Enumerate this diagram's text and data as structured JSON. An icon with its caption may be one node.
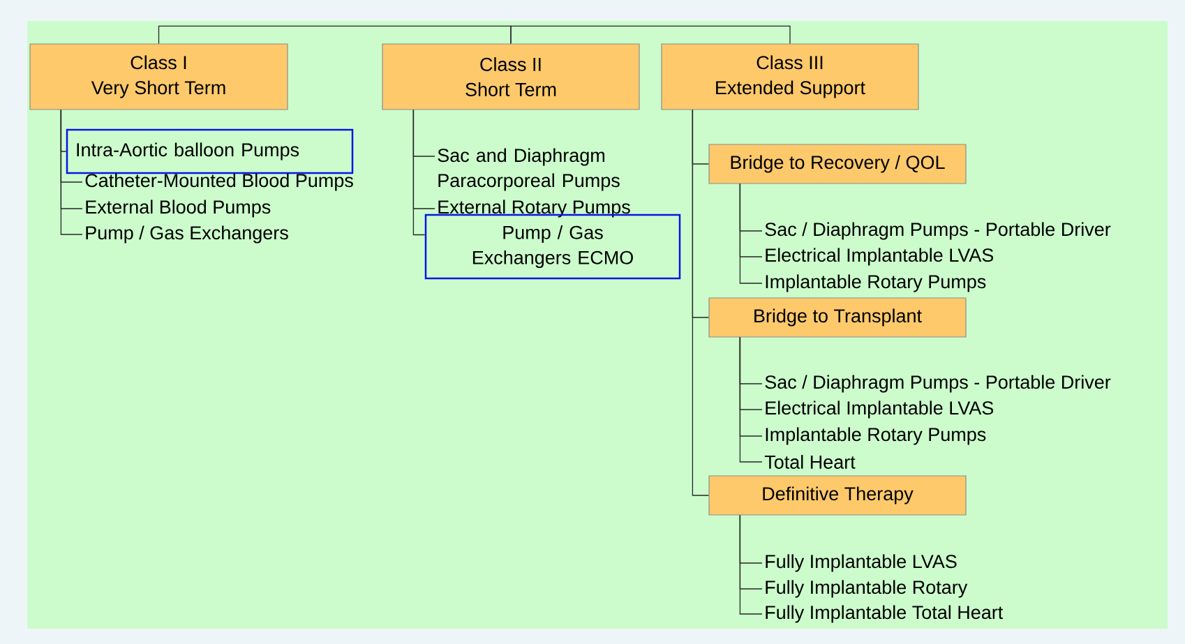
{
  "diagram": {
    "nodes": [
      {
        "text": [
          "Class I",
          "Very Short Term"
        ]
      },
      {
        "text": [
          "Class II",
          "Short Term"
        ]
      },
      {
        "text": [
          "Class III",
          "Extended Support"
        ]
      },
      {
        "text": [
          "Intra-Aortic balloon Pumps"
        ]
      },
      {
        "text": [
          "Catheter-Mounted Blood Pumps"
        ]
      },
      {
        "text": [
          "External Blood Pumps"
        ]
      },
      {
        "text": [
          "Pump / Gas Exchangers"
        ]
      },
      {
        "text": [
          "Sac and Diaphragm Paracorporeal Pumps"
        ]
      },
      {
        "text": [
          "External Rotary Pumps"
        ]
      },
      {
        "text": [
          "Pump / Gas Exchangers ECMO"
        ]
      },
      {
        "text": [
          "Bridge to Recovery / QOL"
        ]
      },
      {
        "text": [
          "Sac / Diaphragm  Pumps - Portable Driver"
        ]
      },
      {
        "text": [
          "Electrical  Implantable  LVAS"
        ]
      },
      {
        "text": [
          "Implantable Rotary Pumps"
        ]
      },
      {
        "text": [
          "Bridge to Transplant"
        ]
      },
      {
        "text": [
          "Sac / Diaphragm  Pumps - Portable Driver"
        ]
      },
      {
        "text": [
          "Electrical  Implantable  LVAS"
        ]
      },
      {
        "text": [
          "Implantable Rotary Pumps"
        ]
      },
      {
        "text": [
          "Total Heart"
        ]
      },
      {
        "text": [
          "Definitive Therapy"
        ]
      },
      {
        "text": [
          "Fully Implantable LVAS"
        ]
      },
      {
        "text": [
          "Fully Implantable Rotary"
        ]
      },
      {
        "text": [
          "Fully Implantable Total Heart"
        ]
      }
    ],
    "edges": [
      {
        "from": 0,
        "to": 1,
        "arrow": "none"
      },
      {
        "from": 1,
        "to": 2,
        "arrow": "none"
      },
      {
        "from": 0,
        "to": 3,
        "arrow": "none"
      },
      {
        "from": 0,
        "to": 4,
        "arrow": "none"
      },
      {
        "from": 0,
        "to": 5,
        "arrow": "none"
      },
      {
        "from": 0,
        "to": 6,
        "arrow": "none"
      },
      {
        "from": 1,
        "to": 7,
        "arrow": "none"
      },
      {
        "from": 1,
        "to": 8,
        "arrow": "none"
      },
      {
        "from": 1,
        "to": 9,
        "arrow": "none"
      },
      {
        "from": 2,
        "to": 10,
        "arrow": "none"
      },
      {
        "from": 2,
        "to": 14,
        "arrow": "none"
      },
      {
        "from": 2,
        "to": 19,
        "arrow": "none"
      },
      {
        "from": 10,
        "to": 11,
        "arrow": "none"
      },
      {
        "from": 10,
        "to": 12,
        "arrow": "none"
      },
      {
        "from": 10,
        "to": 13,
        "arrow": "none"
      },
      {
        "from": 14,
        "to": 15,
        "arrow": "none"
      },
      {
        "from": 14,
        "to": 16,
        "arrow": "none"
      },
      {
        "from": 14,
        "to": 17,
        "arrow": "none"
      },
      {
        "from": 14,
        "to": 18,
        "arrow": "none"
      },
      {
        "from": 19,
        "to": 20,
        "arrow": "none"
      },
      {
        "from": 19,
        "to": 21,
        "arrow": "none"
      },
      {
        "from": 19,
        "to": 22,
        "arrow": "none"
      }
    ]
  }
}
